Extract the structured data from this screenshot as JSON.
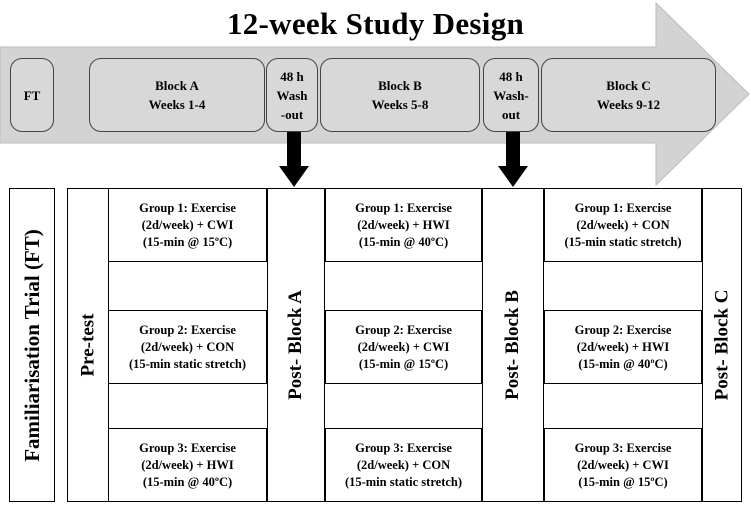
{
  "title": "12-week Study Design",
  "timeline": {
    "ft": "FT",
    "block_a": {
      "name": "Block A",
      "weeks": "Weeks 1-4"
    },
    "washout_1": "48 h\nWash\n-out",
    "block_b": {
      "name": "Block B",
      "weeks": "Weeks 5-8"
    },
    "washout_2": "48 h\nWash-\nout",
    "block_c": {
      "name": "Block C",
      "weeks": "Weeks 9-12"
    }
  },
  "labels": {
    "familiarisation": "Familiarisation  Trial (FT)",
    "pretest": "Pre-test",
    "post_a": "Post- Block A",
    "post_b": "Post- Block B",
    "post_c": "Post- Block C"
  },
  "block_a_groups": [
    "Group 1: Exercise\n(2d/week) + CWI\n(15-min @ 15ºC)",
    "Group 2: Exercise\n(2d/week) + CON\n(15-min static stretch)",
    "Group 3: Exercise\n(2d/week) + HWI\n(15-min @ 40ºC)"
  ],
  "block_b_groups": [
    "Group 1: Exercise\n(2d/week) + HWI\n(15-min @ 40ºC)",
    "Group 2: Exercise\n(2d/week) + CWI\n(15-min @ 15ºC)",
    "Group 3: Exercise\n(2d/week) + CON\n(15-min static stretch)"
  ],
  "block_c_groups": [
    "Group 1: Exercise\n(2d/week) + CON\n(15-min static stretch)",
    "Group 2: Exercise\n(2d/week) + HWI\n(15-min @ 40ºC)",
    "Group 3: Exercise\n(2d/week) + CWI\n(15-min @ 15ºC)"
  ],
  "colors": {
    "arrow_fill": "#d3d3d3",
    "box_fill": "#d8d8d8",
    "border": "#000000"
  }
}
